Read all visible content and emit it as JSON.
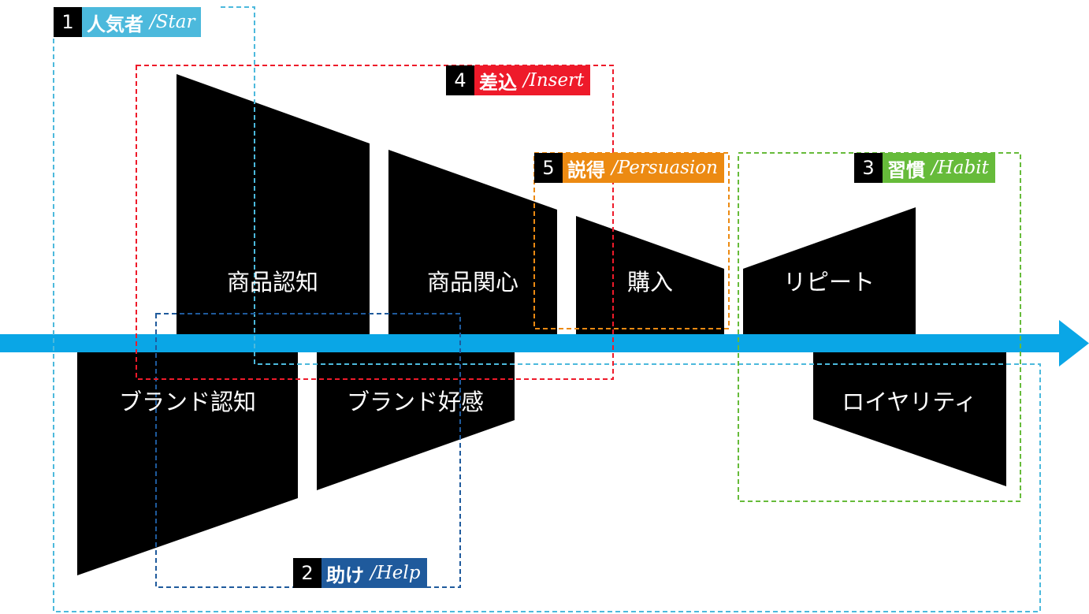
{
  "colors": {
    "axis": "#0aa6e6",
    "star": "#4cb9dc",
    "help": "#1f5a9c",
    "habit": "#66bb3a",
    "insert": "#ee1a2a",
    "persuasion": "#ec8a12",
    "shape": "#000000"
  },
  "stages": {
    "product_awareness": "商品認知",
    "product_interest": "商品関心",
    "purchase": "購入",
    "repeat": "リピート",
    "brand_awareness": "ブランド認知",
    "brand_favorability": "ブランド好感",
    "loyalty": "ロイヤリティ"
  },
  "tags": {
    "star": {
      "num": "1",
      "jp": "人気者",
      "en": "/Star"
    },
    "help": {
      "num": "2",
      "jp": "助け",
      "en": "/Help"
    },
    "habit": {
      "num": "3",
      "jp": "習慣",
      "en": "/Habit"
    },
    "insert": {
      "num": "4",
      "jp": "差込",
      "en": "/Insert"
    },
    "persuasion": {
      "num": "5",
      "jp": "説得",
      "en": "/Persuasion"
    }
  }
}
